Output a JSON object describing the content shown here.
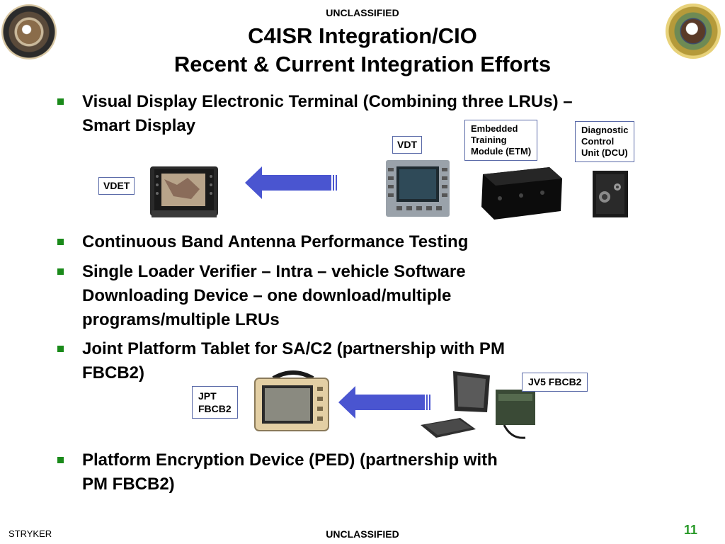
{
  "classification_top": "UNCLASSIFIED",
  "classification_bottom": "UNCLASSIFIED",
  "title_line1": "C4ISR Integration/CIO",
  "title_line2": "Recent & Current Integration Efforts",
  "bullets": [
    {
      "lines": [
        "Visual Display Electronic Terminal (Combining three LRUs) –",
        "Smart Display"
      ]
    },
    {
      "lines": [
        "Continuous Band Antenna Performance Testing"
      ]
    },
    {
      "lines": [
        "Single Loader Verifier – Intra – vehicle Software",
        "Downloading Device – one download/multiple",
        "programs/multiple LRUs"
      ]
    },
    {
      "lines": [
        "Joint Platform Tablet  for SA/C2 (partnership with PM",
        "FBCB2)"
      ]
    },
    {
      "lines": [
        "Platform Encryption Device (PED) (partnership with",
        "PM FBCB2)"
      ]
    }
  ],
  "labels": {
    "vdet": "VDET",
    "vdt": "VDT",
    "etm_line1": "Embedded",
    "etm_line2": "Training",
    "etm_line3": "Module (ETM)",
    "dcu_line1": "Diagnostic",
    "dcu_line2": "Control",
    "dcu_line3": "Unit (DCU)",
    "jpt_line1": "JPT",
    "jpt_line2": "FBCB2",
    "jv5": "JV5 FBCB2"
  },
  "footer_left": "STRYKER",
  "page_number": "11",
  "colors": {
    "bullet": "#1a8a1a",
    "arrow": "#4a55d0",
    "label_border": "#5a6aa8",
    "page_number": "#2a9a2a"
  },
  "icons": {
    "left_seal": "program-executive-office-seal",
    "right_seal": "project-manager-seal"
  }
}
